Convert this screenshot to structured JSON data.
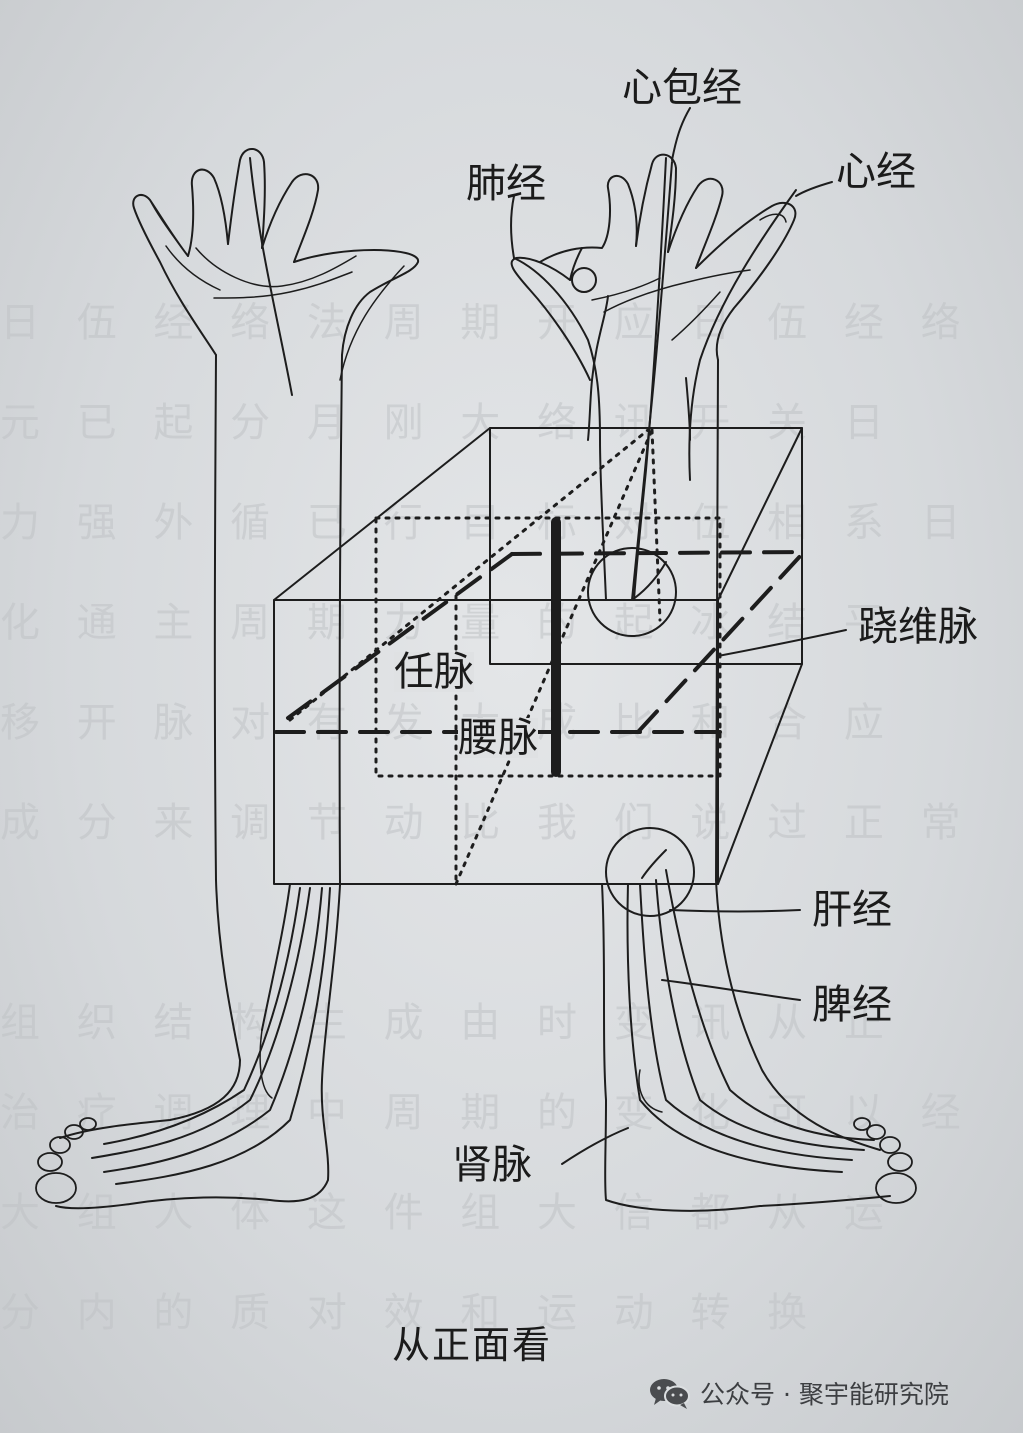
{
  "labels": {
    "xinbao": "心包经",
    "fei": "肺经",
    "xin": "心经",
    "qiaowei": "跷维脉",
    "ren": "任脉",
    "yao": "腰脉",
    "gan": "肝经",
    "pi": "脾经",
    "shen": "肾脉"
  },
  "caption": "从正面看",
  "watermark": {
    "icon": "wechat-icon",
    "text": "公众号 · 聚宇能研究院"
  },
  "colors": {
    "line": "#1d1d1d",
    "paper": "#dcdfe1"
  }
}
